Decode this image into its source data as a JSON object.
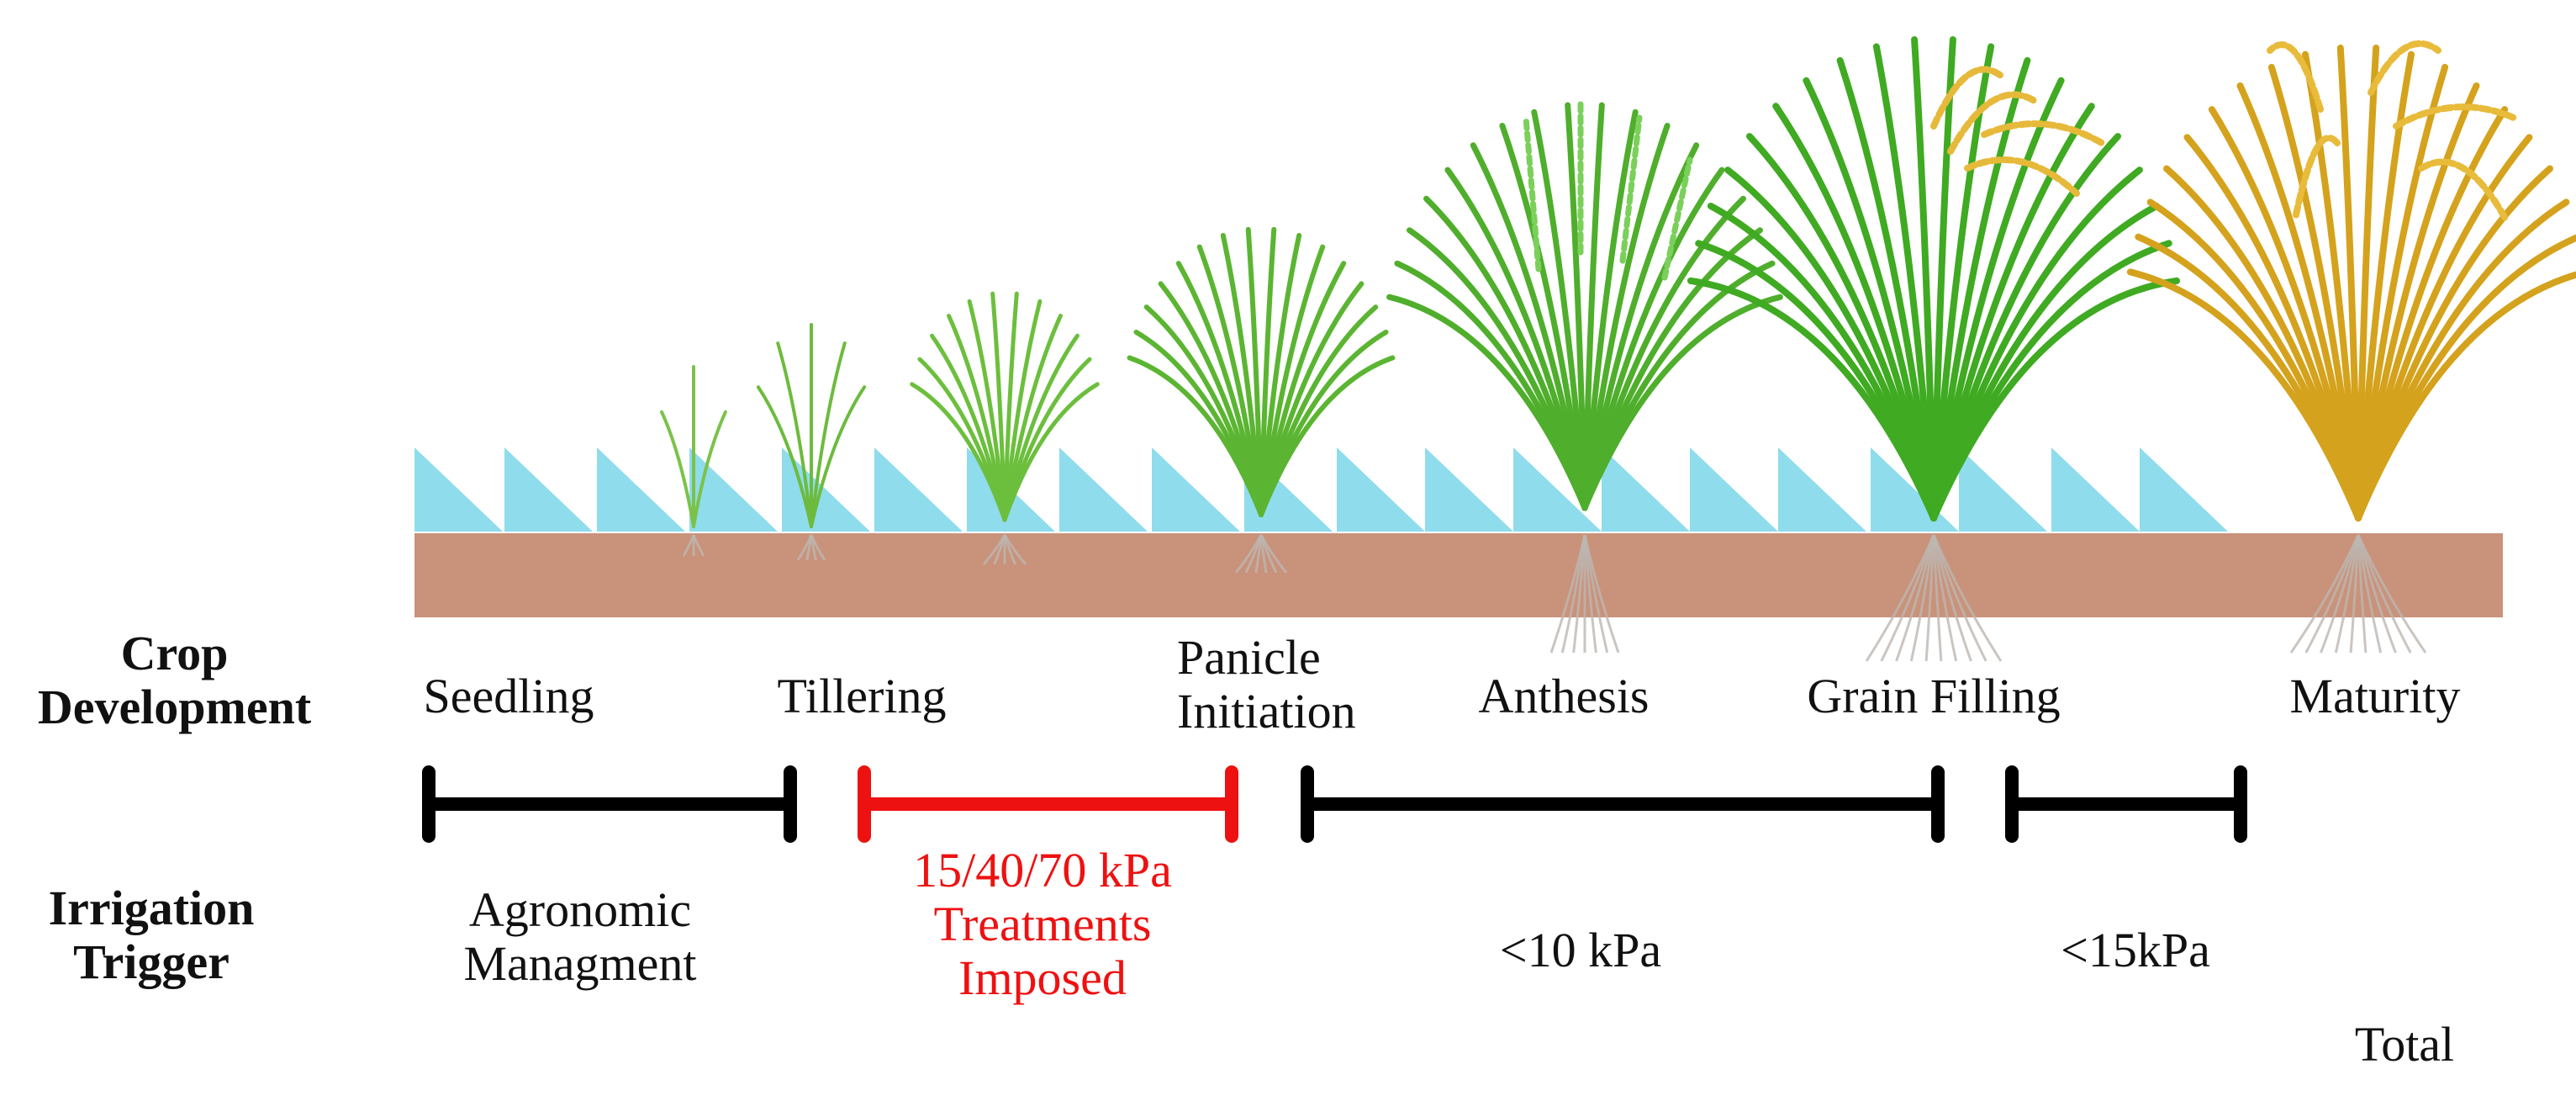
{
  "row_labels": {
    "crop_development": "Crop\nDevelopment",
    "irrigation_trigger": "Irrigation\nTrigger"
  },
  "stages": [
    {
      "label": "Seedling"
    },
    {
      "label": "Tillering"
    },
    {
      "label": "Panicle\nInitiation"
    },
    {
      "label": "Anthesis"
    },
    {
      "label": "Grain Filling"
    },
    {
      "label": "Maturity"
    }
  ],
  "periods": [
    {
      "label": "Agronomic\nManagment",
      "color": "#000000"
    },
    {
      "label": "15/40/70 kPa\nTreatments\nImposed",
      "color": "#ee1111"
    },
    {
      "label": "<10 kPa",
      "color": "#000000"
    },
    {
      "label": "<15kPa",
      "color": "#000000"
    }
  ],
  "footer_label": "Total",
  "plants": [
    {
      "name": "plant-seedling-1",
      "icon": "rice-seedling-icon",
      "stage_color": "#7cc24a"
    },
    {
      "name": "plant-seedling-2",
      "icon": "rice-seedling-icon",
      "stage_color": "#6dbb3e"
    },
    {
      "name": "plant-tillering",
      "icon": "rice-tillering-icon",
      "stage_color": "#6cbf3d"
    },
    {
      "name": "plant-panicle-initiation",
      "icon": "rice-plant-icon",
      "stage_color": "#5bb532"
    },
    {
      "name": "plant-anthesis",
      "icon": "rice-flowering-icon",
      "stage_color": "#4fae2c"
    },
    {
      "name": "plant-grain-filling",
      "icon": "rice-grain-filling-icon",
      "stage_color": "#3faa22",
      "grain_color": "#e6b93a"
    },
    {
      "name": "plant-maturity",
      "icon": "rice-mature-icon",
      "stage_color": "#d4a21c",
      "grain_color": "#e8bb3b"
    }
  ],
  "colors": {
    "soil": "#c9927a",
    "water": "#8fdcec",
    "black_bar": "#000000",
    "red_bar": "#ee1111",
    "root": "#bdb6b2"
  },
  "icons": {
    "water_wedge": "water-level-icon",
    "soil": "soil-strip"
  }
}
